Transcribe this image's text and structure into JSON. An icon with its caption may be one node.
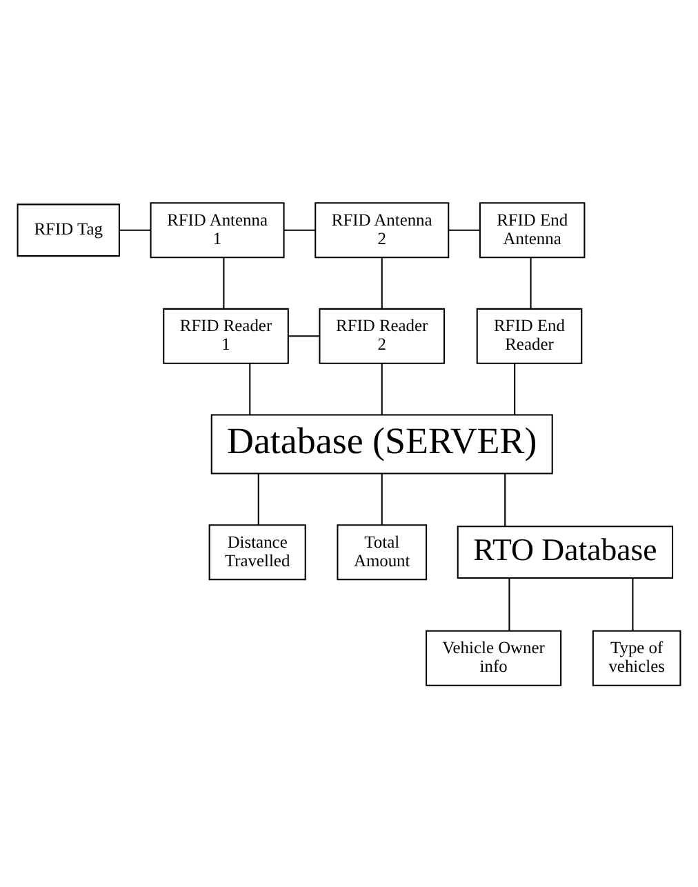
{
  "diagram": {
    "nodes": [
      {
        "text": [
          "RFID Tag"
        ]
      },
      {
        "text": [
          "RFID Antenna 1"
        ]
      },
      {
        "text": [
          "RFID  Antenna 2"
        ]
      },
      {
        "text": [
          "RFID  End Antenna"
        ]
      },
      {
        "text": [
          "RFID Reader 1"
        ]
      },
      {
        "text": [
          "RFID Reader 2"
        ]
      },
      {
        "text": [
          "RFID End Reader"
        ]
      },
      {
        "text": [
          "Database (SERVER)"
        ]
      },
      {
        "text": [
          "Distance Travelled"
        ]
      },
      {
        "text": [
          "Total Amount"
        ]
      },
      {
        "text": [
          "RTO Database"
        ]
      },
      {
        "text": [
          "Vehicle Owner info"
        ]
      },
      {
        "text": [
          "Type of vehicles"
        ]
      }
    ],
    "edges": [
      {
        "from": 0,
        "to": 1,
        "arrow": "none"
      },
      {
        "from": 1,
        "to": 2,
        "arrow": "none"
      },
      {
        "from": 2,
        "to": 3,
        "arrow": "none"
      },
      {
        "from": 1,
        "to": 4,
        "arrow": "none"
      },
      {
        "from": 2,
        "to": 5,
        "arrow": "none"
      },
      {
        "from": 3,
        "to": 6,
        "arrow": "none"
      },
      {
        "from": 4,
        "to": 5,
        "arrow": "none"
      },
      {
        "from": 4,
        "to": 7,
        "arrow": "none"
      },
      {
        "from": 5,
        "to": 7,
        "arrow": "none"
      },
      {
        "from": 6,
        "to": 7,
        "arrow": "none"
      },
      {
        "from": 7,
        "to": 8,
        "arrow": "none"
      },
      {
        "from": 7,
        "to": 9,
        "arrow": "none"
      },
      {
        "from": 7,
        "to": 10,
        "arrow": "none"
      },
      {
        "from": 10,
        "to": 11,
        "arrow": "none"
      },
      {
        "from": 10,
        "to": 12,
        "arrow": "none"
      }
    ]
  }
}
